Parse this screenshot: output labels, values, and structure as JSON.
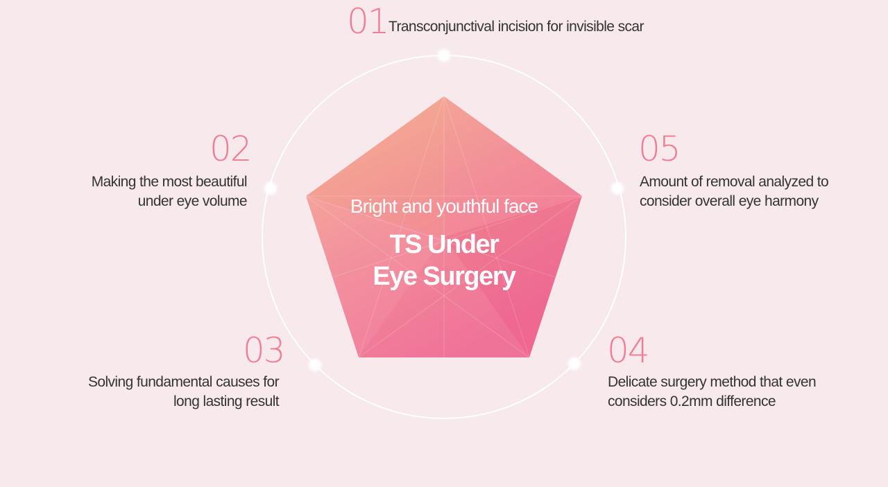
{
  "center": {
    "subtitle": "Bright and youthful face",
    "title_line1": "TS Under",
    "title_line2": "Eye Surgery"
  },
  "items": [
    {
      "number": "01",
      "text": "Transconjunctival incision for invisible scar"
    },
    {
      "number": "02",
      "line1": "Making the most beautiful",
      "line2": "under eye volume"
    },
    {
      "number": "03",
      "line1": "Solving fundamental causes for",
      "line2": "long lasting result"
    },
    {
      "number": "04",
      "line1": "Delicate surgery method that even",
      "line2": "considers 0.2mm difference"
    },
    {
      "number": "05",
      "line1": "Amount of removal analyzed to",
      "line2": "consider overall eye harmony"
    }
  ],
  "colors": {
    "background": "#f7e9ec",
    "accent": "#f07f96",
    "pentagon_top": "#f4ab8e",
    "pentagon_bottom": "#f06c95"
  }
}
